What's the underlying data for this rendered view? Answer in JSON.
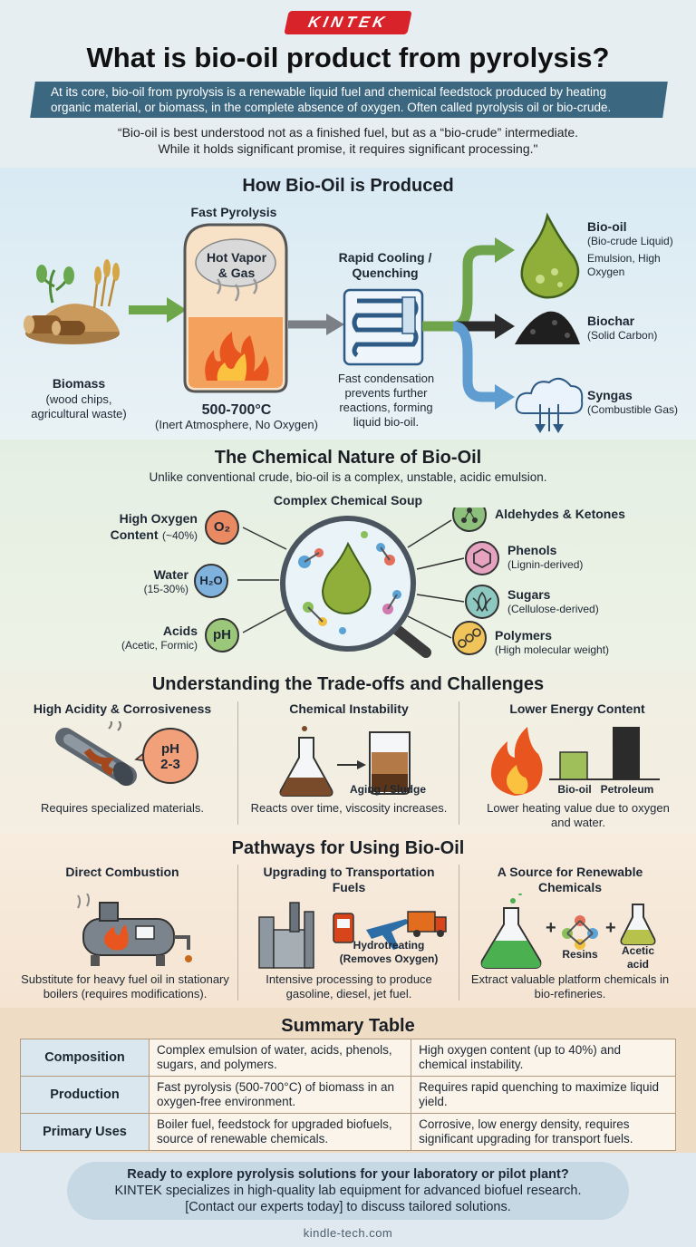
{
  "header": {
    "brand": "KINTEK",
    "title": "What is bio-oil product from pyrolysis?",
    "intro": "At its core, bio-oil from pyrolysis is a renewable liquid fuel and chemical feedstock produced by heating organic material, or biomass, in the complete absence of oxygen. Often called pyrolysis oil or bio-crude.",
    "quote_line1": "“Bio-oil is best understood not as a finished fuel, but as a “bio-crude” intermediate.",
    "quote_line2": "While it holds significant promise, it requires significant processing.\""
  },
  "production": {
    "title": "How Bio-Oil is Produced",
    "fast_pyrolysis": "Fast Pyrolysis",
    "hot_vapor": "Hot Vapor & Gas",
    "biomass": "Biomass",
    "biomass_sub": "(wood chips, agricultural waste)",
    "temp": "500-700°C",
    "temp_sub": "(Inert Atmosphere, No Oxygen)",
    "cooling": "Rapid Cooling / Quenching",
    "cooling_note": "Fast condensation prevents further reactions, forming liquid bio-oil.",
    "products": [
      {
        "name": "Bio-oil",
        "sub": "(Bio-crude Liquid)",
        "note": "Emulsion, High Oxygen"
      },
      {
        "name": "Biochar",
        "sub": "(Solid Carbon)",
        "note": ""
      },
      {
        "name": "Syngas",
        "sub": "(Combustible Gas)",
        "note": ""
      }
    ]
  },
  "chemistry": {
    "title": "The Chemical Nature of Bio-Oil",
    "subtitle": "Unlike conventional crude, bio-oil is a complex, unstable, acidic emulsion.",
    "center_label": "Complex Chemical Soup",
    "left": [
      {
        "name": "High Oxygen Content",
        "sub": "(~40%)",
        "symbol": "O₂",
        "color": "#e98a62"
      },
      {
        "name": "Water",
        "sub": "(15-30%)",
        "symbol": "H₂O",
        "color": "#7fb2dc"
      },
      {
        "name": "Acids",
        "sub": "(Acetic, Formic)",
        "symbol": "pH",
        "color": "#9bc77a"
      }
    ],
    "right": [
      {
        "name": "Aldehydes & Ketones",
        "sub": "",
        "color": "#8cc07c"
      },
      {
        "name": "Phenols",
        "sub": "(Lignin-derived)",
        "color": "#e6a3c0"
      },
      {
        "name": "Sugars",
        "sub": "(Cellulose-derived)",
        "color": "#8dc9c0"
      },
      {
        "name": "Polymers",
        "sub": "(High molecular weight)",
        "color": "#f1c45a"
      }
    ]
  },
  "tradeoffs": {
    "title": "Understanding the Trade-offs and Challenges",
    "cols": [
      {
        "title": "High Acidity & Corrosiveness",
        "badge_line1": "pH",
        "badge_line2": "2-3",
        "caption": "Requires specialized materials."
      },
      {
        "title": "Chemical Instability",
        "tag": "Aging / Sludge",
        "caption": "Reacts over time, viscosity increases."
      },
      {
        "title": "Lower Energy Content",
        "bar1": "Bio-oil",
        "bar2": "Petroleum",
        "caption": "Lower heating value due to oxygen and water."
      }
    ]
  },
  "pathways": {
    "title": "Pathways for Using Bio-Oil",
    "cols": [
      {
        "title": "Direct Combustion",
        "caption": "Substitute for heavy fuel oil in stationary boilers (requires modifications)."
      },
      {
        "title": "Upgrading to Transportation Fuels",
        "tag": "Hydrotreating (Removes Oxygen)",
        "caption": "Intensive processing to produce gasoline, diesel, jet fuel."
      },
      {
        "title": "A Source for Renewable Chemicals",
        "item1": "Resins",
        "item2": "Acetic acid",
        "caption": "Extract valuable platform chemicals in bio-refineries."
      }
    ]
  },
  "summary": {
    "title": "Summary Table",
    "rows": [
      {
        "head": "Composition",
        "c1": "Complex emulsion of water, acids, phenols, sugars, and polymers.",
        "c2": "High oxygen content (up to 40%) and chemical instability."
      },
      {
        "head": "Production",
        "c1": "Fast pyrolysis (500-700°C) of biomass in an oxygen-free environment.",
        "c2": "Requires rapid quenching to maximize liquid yield."
      },
      {
        "head": "Primary Uses",
        "c1": "Boiler fuel, feedstock for upgraded biofuels, source of renewable chemicals.",
        "c2": "Corrosive, low energy density, requires significant upgrading for transport fuels."
      }
    ]
  },
  "cta": {
    "line1": "Ready to explore pyrolysis solutions for your laboratory or pilot plant?",
    "line2": "KINTEK specializes in high-quality lab equipment for advanced biofuel research.",
    "line3": "[Contact our experts today] to discuss tailored solutions.",
    "site": "kindle-tech.com"
  }
}
